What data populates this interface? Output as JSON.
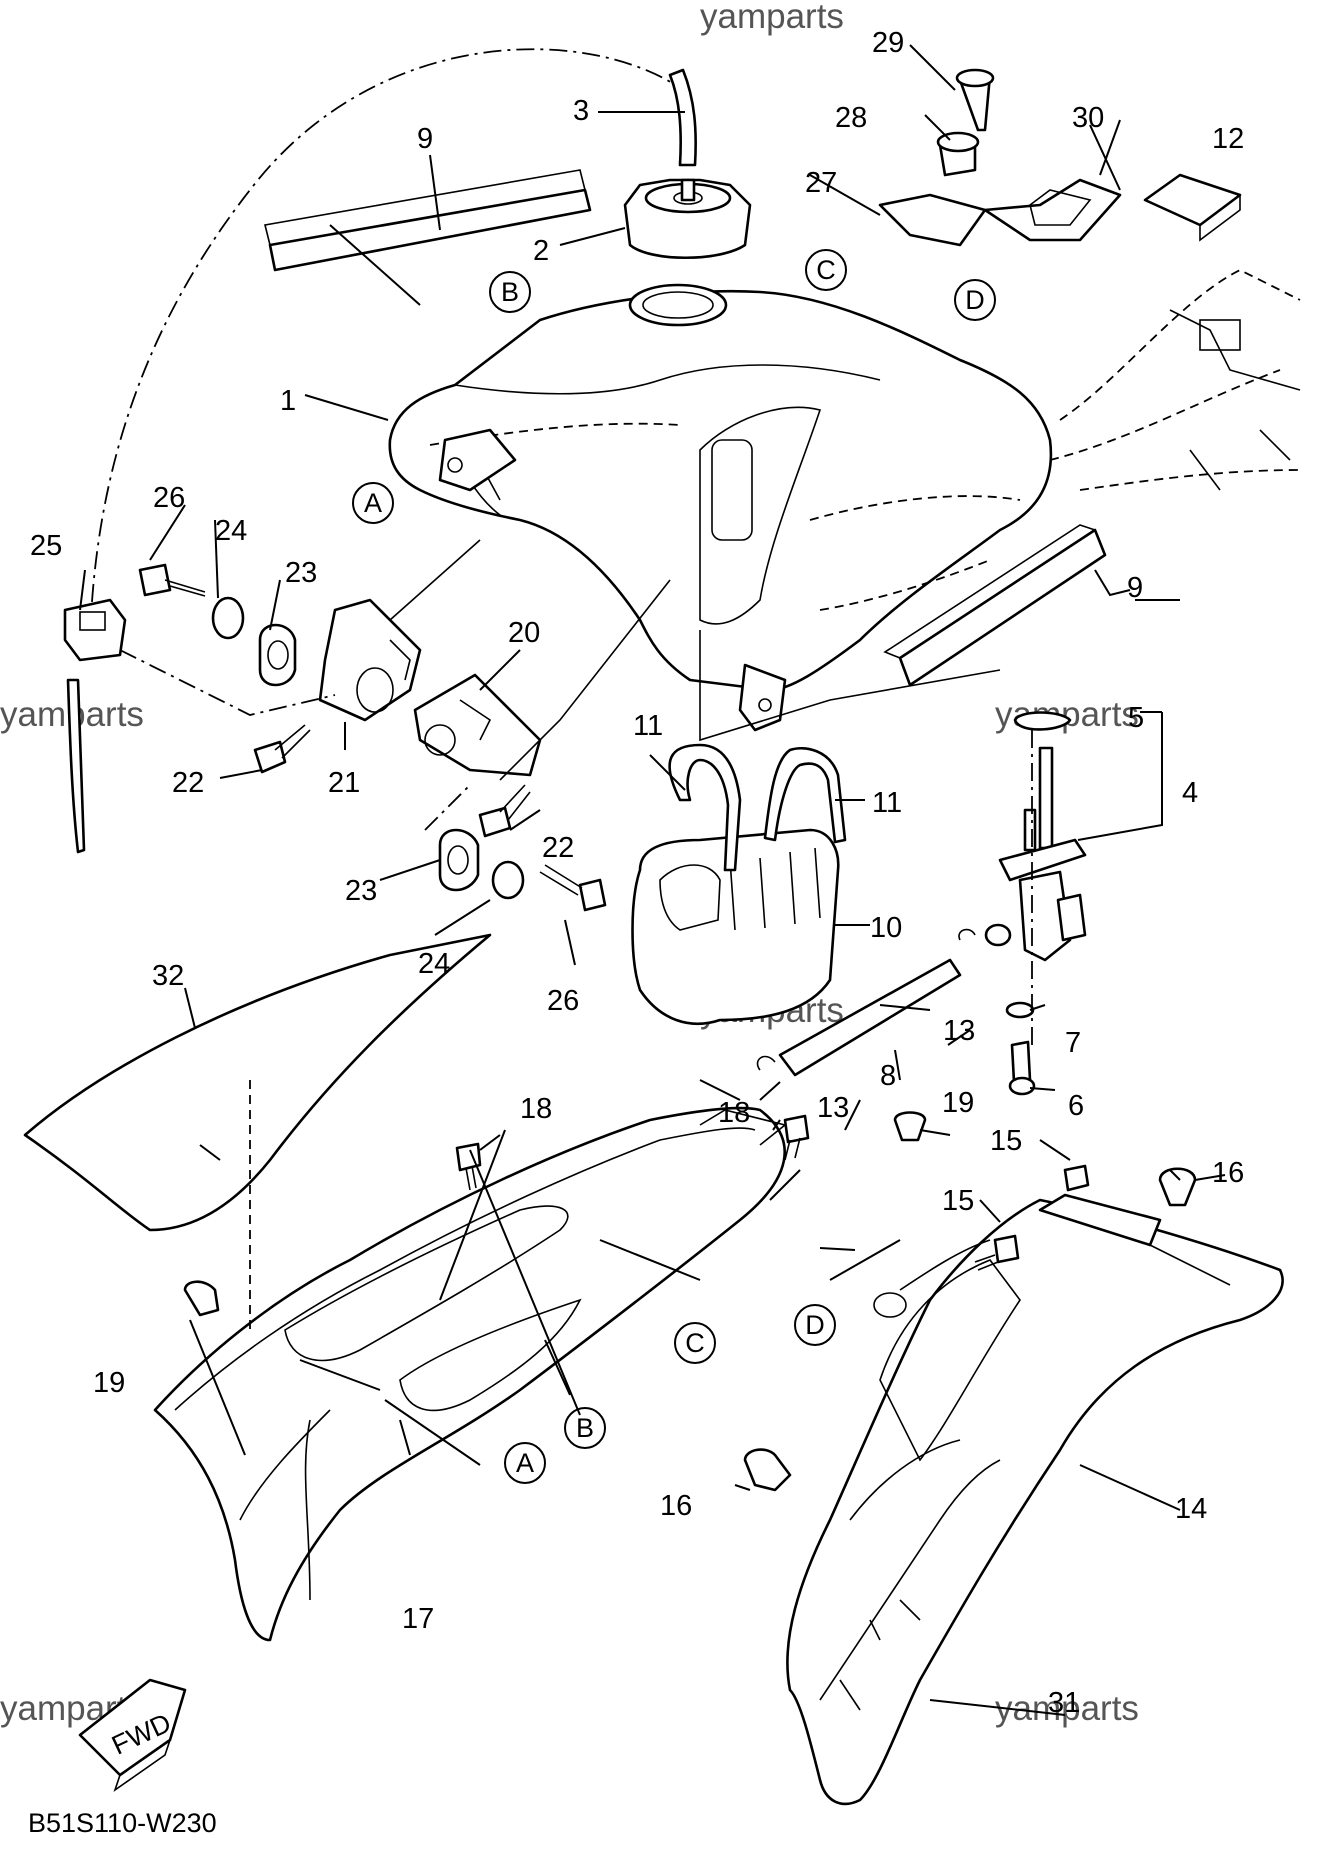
{
  "diagram": {
    "code": "B51S110-W230",
    "watermark": "yamparts",
    "fwd_label": "FWD",
    "ref_letters": {
      "a": "A",
      "b": "B",
      "c": "C",
      "d": "D"
    },
    "labels": {
      "n1": "1",
      "n2": "2",
      "n3": "3",
      "n4": "4",
      "n5": "5",
      "n6": "6",
      "n7": "7",
      "n8": "8",
      "n9a": "9",
      "n9b": "9",
      "n10": "10",
      "n11a": "11",
      "n11b": "11",
      "n12": "12",
      "n13a": "13",
      "n13b": "13",
      "n14": "14",
      "n15a": "15",
      "n15b": "15",
      "n16a": "16",
      "n16b": "16",
      "n17": "17",
      "n18a": "18",
      "n18b": "18",
      "n19a": "19",
      "n19b": "19",
      "n20": "20",
      "n21": "21",
      "n22a": "22",
      "n22b": "22",
      "n23a": "23",
      "n23b": "23",
      "n24a": "24",
      "n24b": "24",
      "n25": "25",
      "n26a": "26",
      "n26b": "26",
      "n27": "27",
      "n28": "28",
      "n29": "29",
      "n30": "30",
      "n31": "31",
      "n32": "32"
    }
  }
}
